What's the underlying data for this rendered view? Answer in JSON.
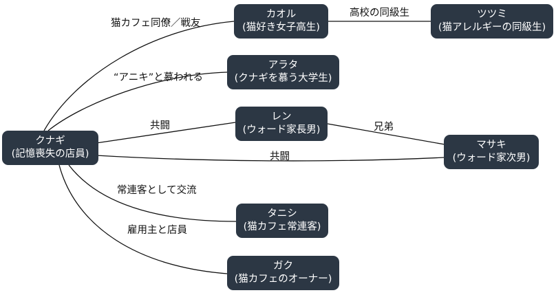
{
  "nodes": {
    "kunagi": {
      "name": "クナギ",
      "desc": "(記憶喪失の店員)"
    },
    "kaoru": {
      "name": "カオル",
      "desc": "(猫好き女子高生)"
    },
    "tsutsumi": {
      "name": "ツツミ",
      "desc": "(猫アレルギーの同級生)"
    },
    "arata": {
      "name": "アラタ",
      "desc": "(クナギを慕う大学生)"
    },
    "ren": {
      "name": "レン",
      "desc": "(ウォード家長男)"
    },
    "masaki": {
      "name": "マサキ",
      "desc": "(ウォード家次男)"
    },
    "tanishi": {
      "name": "タニシ",
      "desc": "(猫カフェ常連客)"
    },
    "gaku": {
      "name": "ガク",
      "desc": "(猫カフェのオーナー)"
    }
  },
  "edges": {
    "kunagi_kaoru": "猫カフェ同僚／戦友",
    "kaoru_tsutsumi": "高校の同級生",
    "kunagi_arata": "“アニキ”と慕われる",
    "kunagi_ren": "共闘",
    "ren_masaki": "兄弟",
    "kunagi_masaki": "共闘",
    "kunagi_tanishi": "常連客として交流",
    "kunagi_gaku": "雇用主と店員"
  },
  "colors": {
    "node_fill": "#2c3744",
    "node_text": "#ffffff",
    "edge": "#111111"
  }
}
